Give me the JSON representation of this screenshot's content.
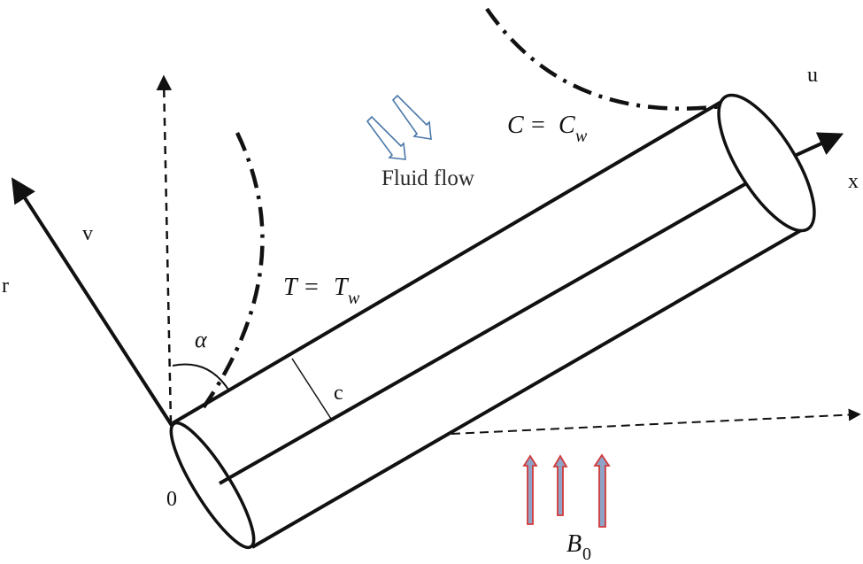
{
  "labels": {
    "r": "r",
    "v": "v",
    "u": "u",
    "x": "x",
    "origin": "0",
    "alpha": "α",
    "radius": "c",
    "fluid_flow": "Fluid flow",
    "temp_lhs": "T",
    "temp_rhs_main": "T",
    "temp_rhs_sub": "w",
    "conc_lhs": "C",
    "conc_rhs_main": "C",
    "conc_rhs_sub": "w",
    "field_main": "B",
    "field_sub": "0",
    "equals": "="
  },
  "colors": {
    "line": "#111111",
    "flow_arrow": "#4a78a8",
    "field_arrow_outline": "#d23a3a",
    "field_arrow_fill": "#8fa3c7"
  }
}
